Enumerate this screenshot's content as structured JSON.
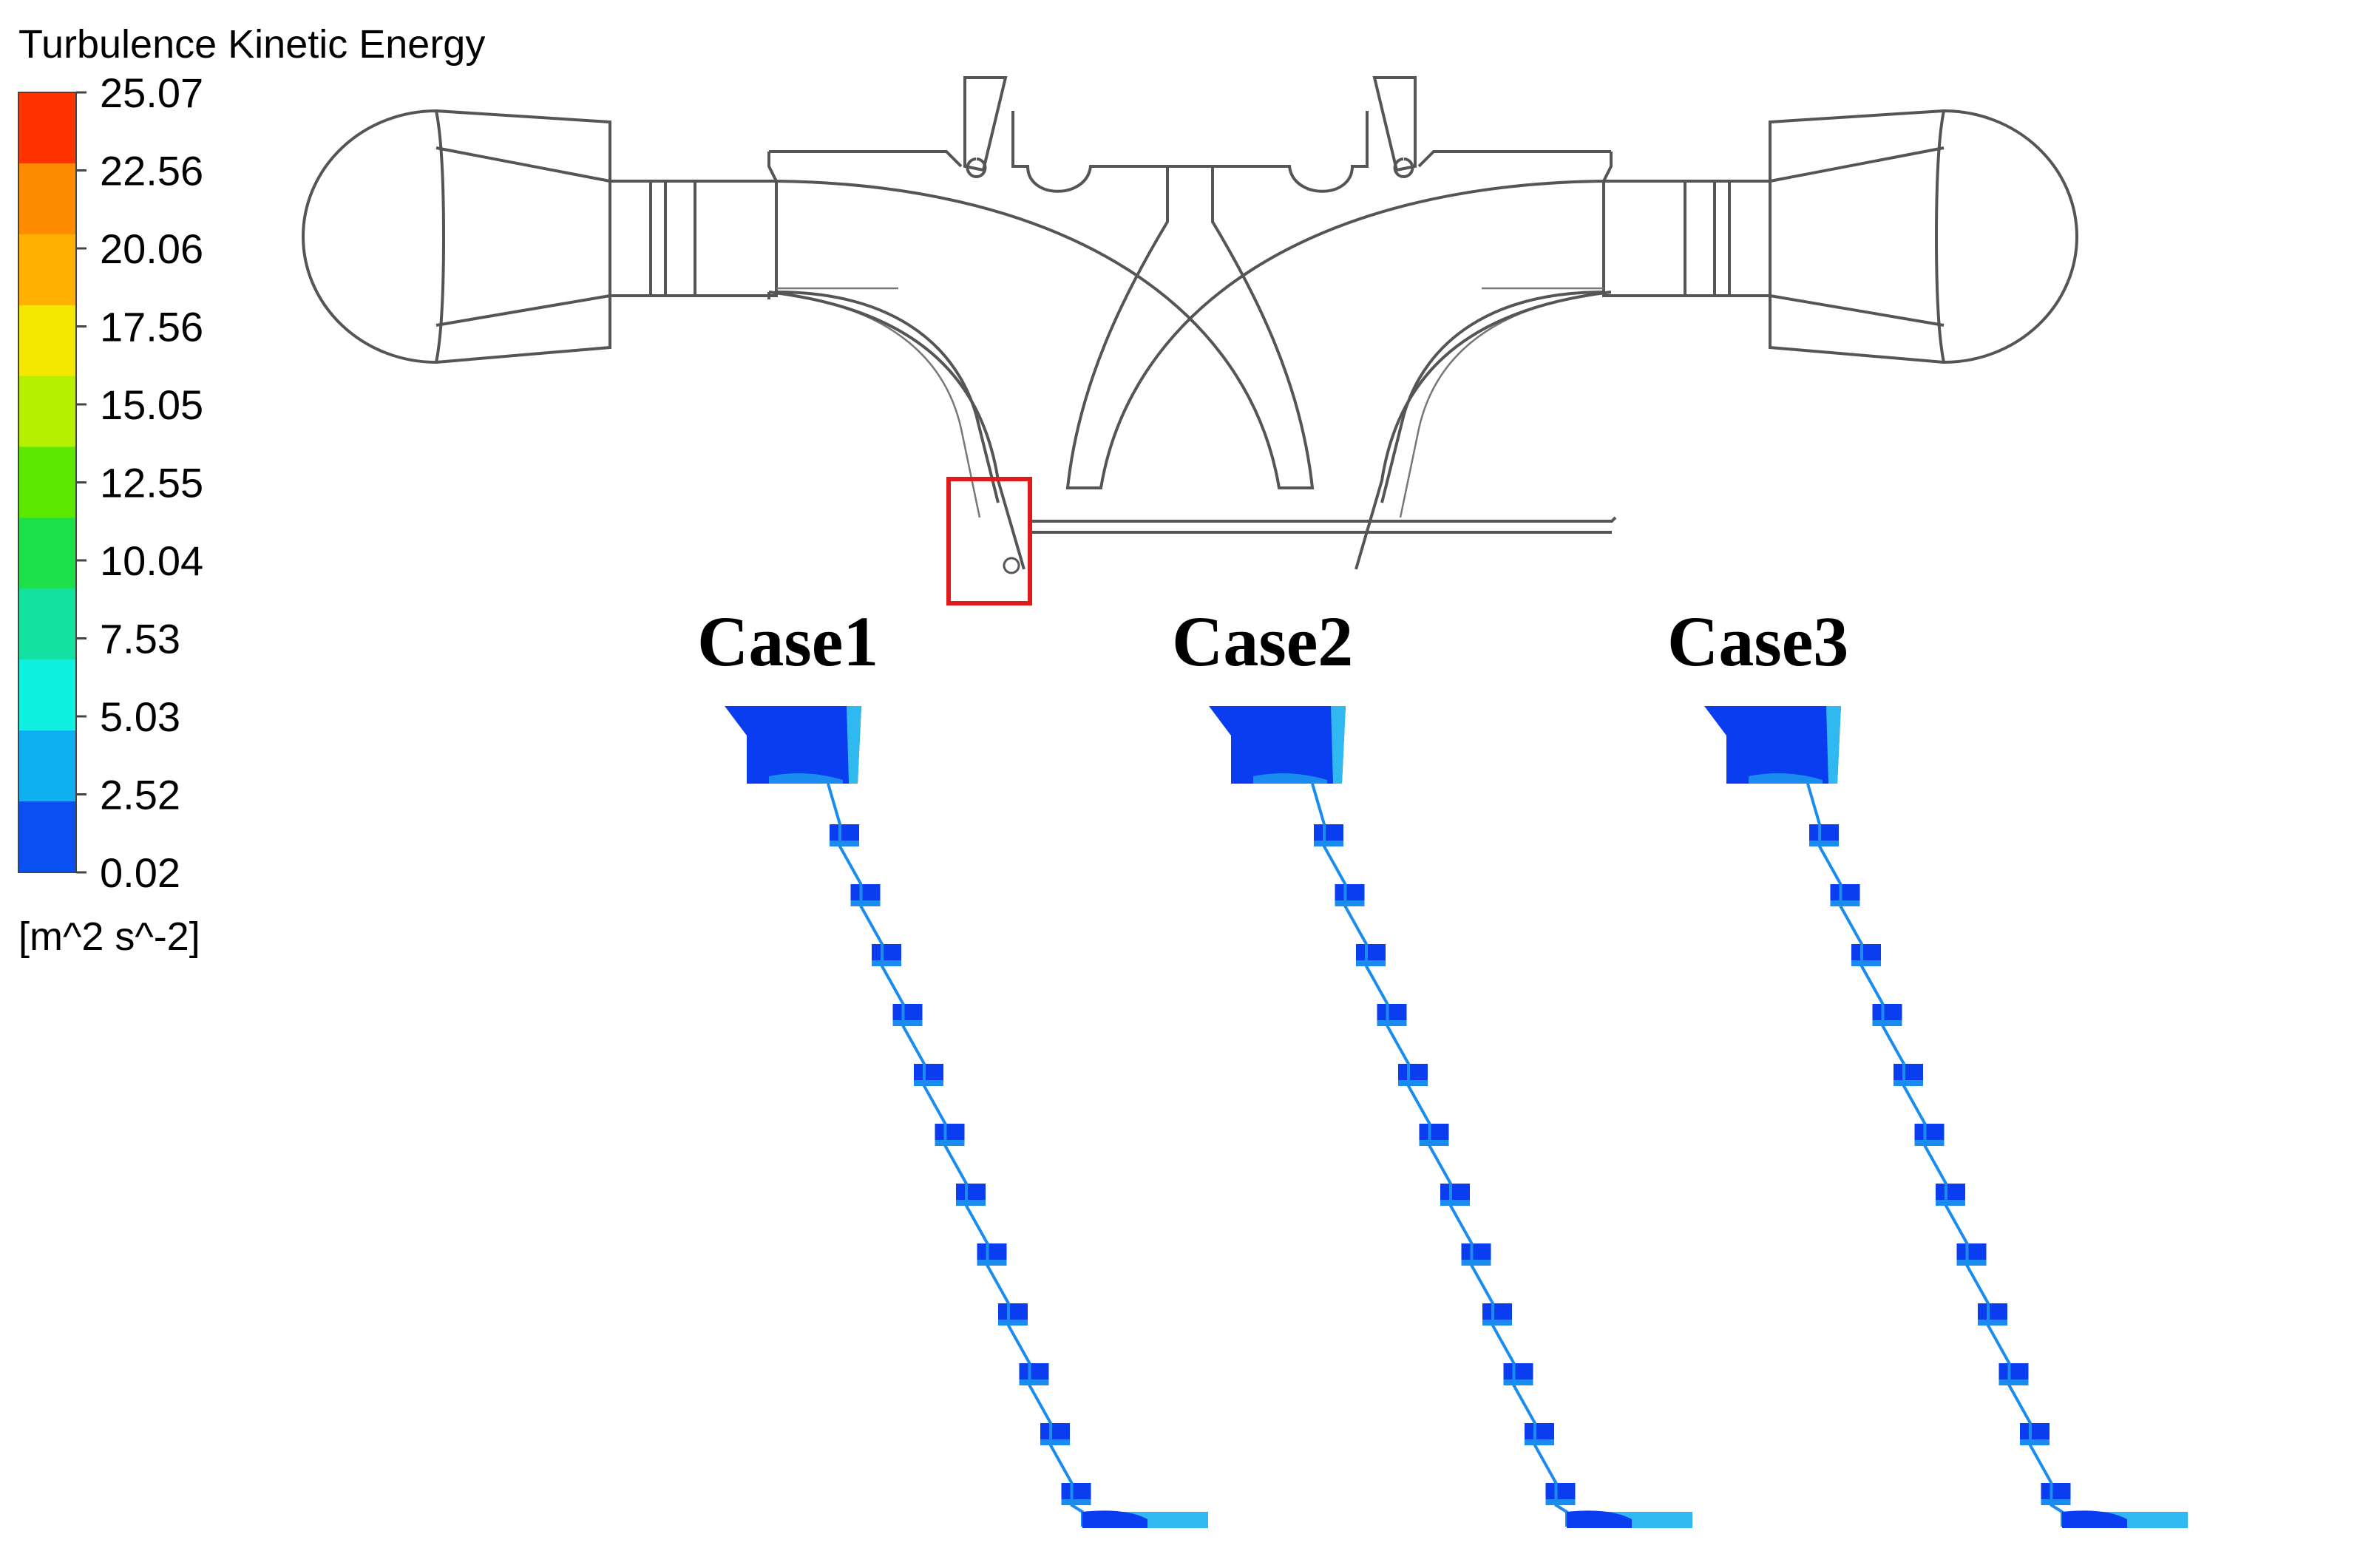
{
  "legend": {
    "title": "Turbulence Kinetic Energy",
    "unit": "[m^2 s^-2]",
    "ticks": [
      "25.07",
      "22.56",
      "20.06",
      "17.56",
      "15.05",
      "12.55",
      "10.04",
      "7.53",
      "5.03",
      "2.52",
      "0.02"
    ],
    "colors": [
      "#ff3300",
      "#ff8c00",
      "#ffb000",
      "#f5e800",
      "#b4f000",
      "#5ee800",
      "#1ee04a",
      "#14e0a0",
      "#10f0e0",
      "#10b0f0",
      "#0a50f0"
    ]
  },
  "cases": [
    {
      "label": "Case1"
    },
    {
      "label": "Case2"
    },
    {
      "label": "Case3"
    }
  ],
  "highlight_color": "#e01a1a",
  "field_colors": {
    "low": "#0a3cf0",
    "mid": "#1a8cf0",
    "light": "#30b8f0"
  }
}
